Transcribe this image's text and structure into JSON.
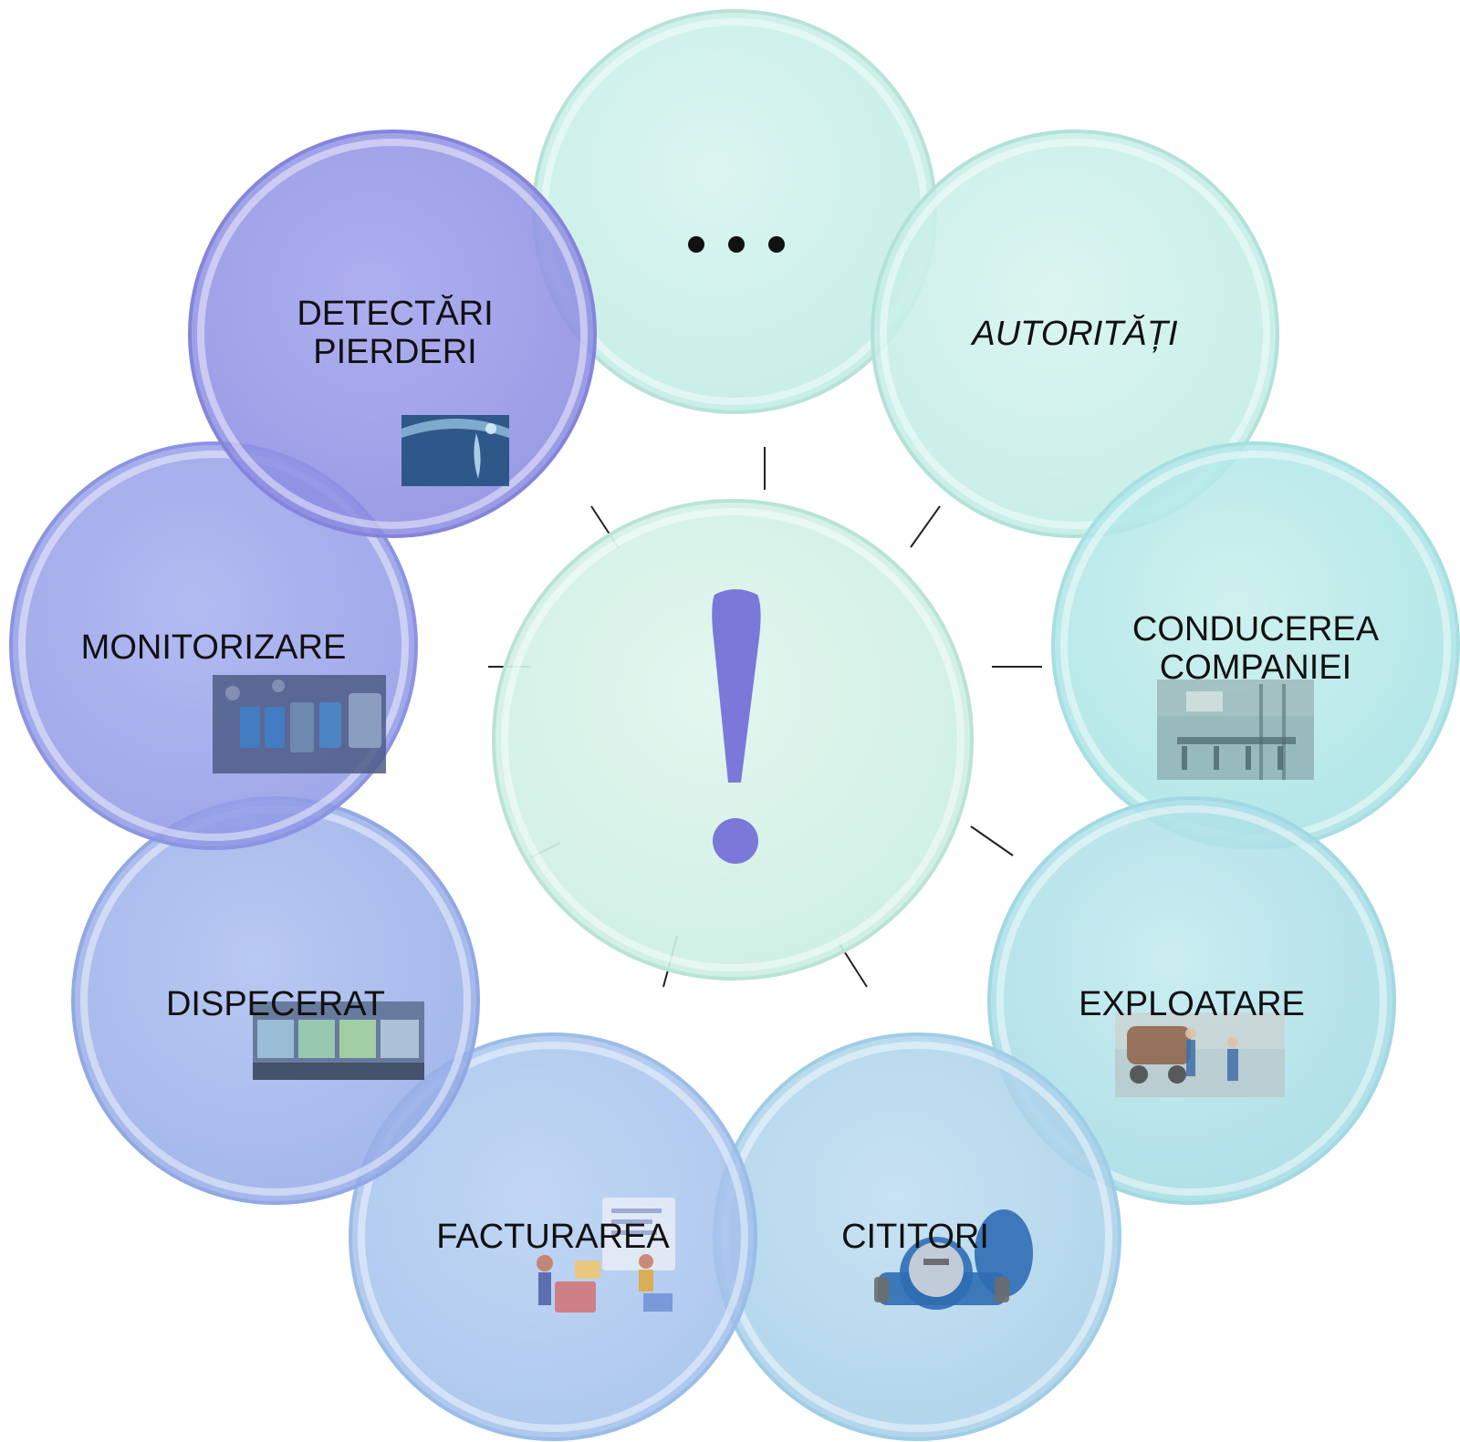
{
  "center": {
    "symbol": "!",
    "symbol_color": "#7b78d9"
  },
  "nodes": [
    {
      "id": "more",
      "label": "• • •",
      "italic": false
    },
    {
      "id": "autoritati",
      "label": "AUTORITĂȚI",
      "italic": true
    },
    {
      "id": "conducerea",
      "label_lines": [
        "CONDUCEREA",
        "COMPANIEI"
      ],
      "italic": false
    },
    {
      "id": "exploatare",
      "label": "EXPLOATARE",
      "italic": false
    },
    {
      "id": "cititori",
      "label": "CITITORI",
      "italic": false
    },
    {
      "id": "facturarea",
      "label": "FACTURAREA",
      "italic": false
    },
    {
      "id": "dispecerat",
      "label": "DISPECERAT",
      "italic": false
    },
    {
      "id": "monitorizare",
      "label": "MONITORIZARE",
      "italic": false
    },
    {
      "id": "detectari",
      "label_lines": [
        "DETECTĂRI",
        "PIERDERI"
      ],
      "italic": false
    }
  ],
  "colors": {
    "teal_light": "#c9efe6",
    "teal": "#a7e3e4",
    "blue_light": "#a6c4ee",
    "blue": "#9aaaea",
    "violet": "#8f8ee6",
    "center_fill": "#d6f2e8"
  }
}
